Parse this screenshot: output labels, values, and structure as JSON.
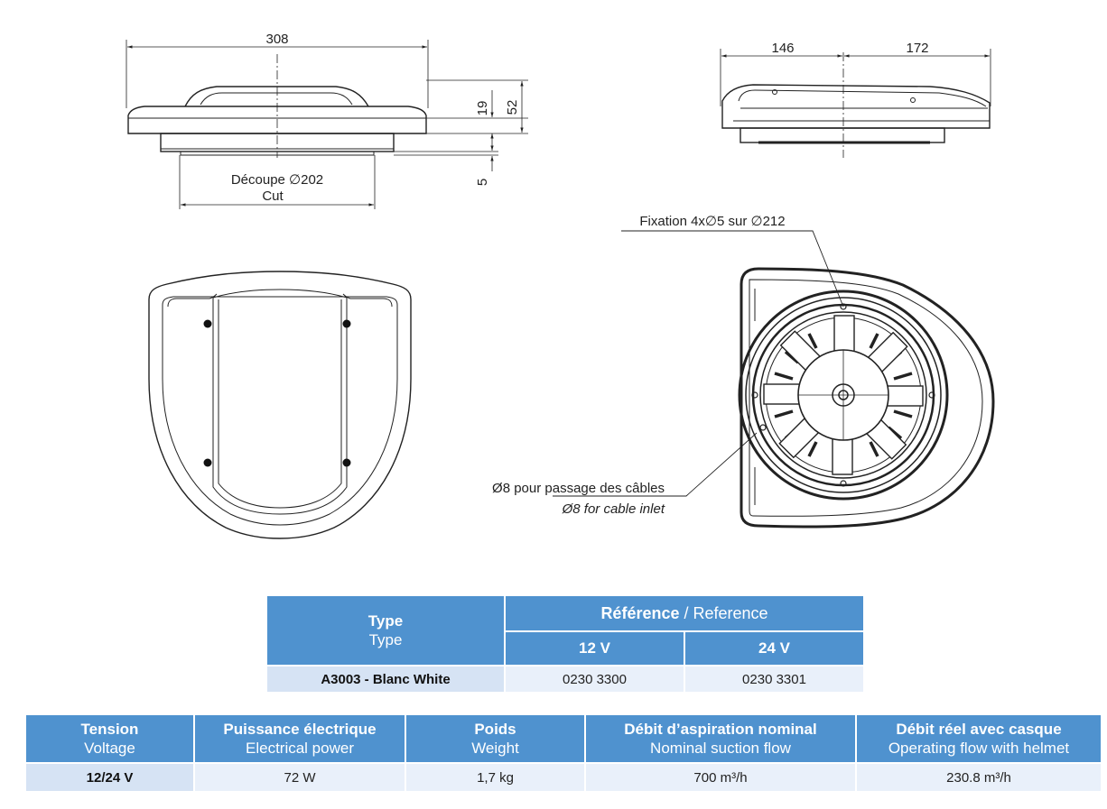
{
  "drawing": {
    "side_view": {
      "width": "308",
      "height_total": "52",
      "height_top": "19",
      "height_flange": "5",
      "cutout_line1": "Découpe ∅202",
      "cutout_line2": "Cut"
    },
    "profile_view": {
      "front_length": "146",
      "rear_length": "172"
    },
    "fan_view": {
      "fixation_label": "Fixation 4x∅5 sur ∅212",
      "cable_label_fr": "Ø8 pour passage des câbles",
      "cable_label_en": "Ø8 for cable inlet"
    }
  },
  "reference_table": {
    "type_fr": "Type",
    "type_en": "Type",
    "reference_fr": "Référence",
    "reference_sep": " / ",
    "reference_en": "Reference",
    "col_12v": "12 V",
    "col_24v": "24 V",
    "row": {
      "type": "A3003 - Blanc White",
      "ref_12v": "0230 3300",
      "ref_24v": "0230 3301"
    }
  },
  "spec_table": {
    "columns": [
      {
        "fr": "Tension",
        "en": "Voltage"
      },
      {
        "fr": "Puissance électrique",
        "en": "Electrical power"
      },
      {
        "fr": "Poids",
        "en": "Weight"
      },
      {
        "fr": "Débit d’aspiration nominal",
        "en": "Nominal suction flow"
      },
      {
        "fr": "Débit réel avec casque",
        "en": "Operating flow with helmet"
      }
    ],
    "row": [
      "12/24 V",
      "72 W",
      "1,7 kg",
      "700 m³/h",
      "230.8 m³/h"
    ]
  }
}
